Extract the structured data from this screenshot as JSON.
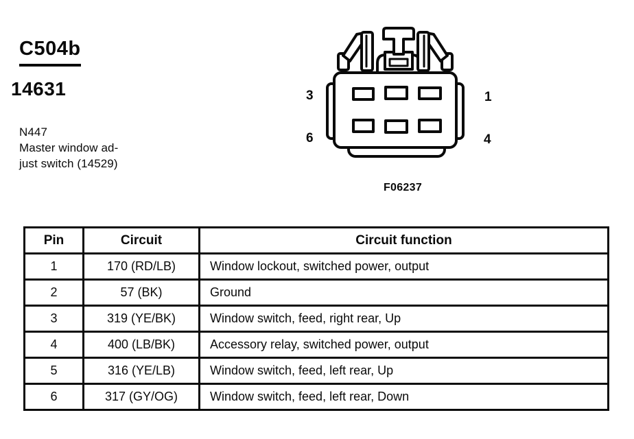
{
  "page": {
    "connector_id": "C504b",
    "part_number": "14631",
    "component": {
      "ref": "N447",
      "desc_line1": "Master window ad-",
      "desc_line2": "just switch (14529)"
    },
    "figure_number": "F06237"
  },
  "connector": {
    "description": "6-cavity connector face view, 2 rows of 3 terminals",
    "pin_labels": {
      "top_left": "3",
      "top_right": "1",
      "bottom_left": "6",
      "bottom_right": "4"
    }
  },
  "table": {
    "headers": [
      "Pin",
      "Circuit",
      "Circuit function"
    ],
    "rows": [
      [
        "1",
        "170 (RD/LB)",
        "Window lockout, switched power, output"
      ],
      [
        "2",
        "57 (BK)",
        "Ground"
      ],
      [
        "3",
        "319 (YE/BK)",
        "Window switch, feed, right rear, Up"
      ],
      [
        "4",
        "400 (LB/BK)",
        "Accessory relay, switched power, output"
      ],
      [
        "5",
        "316 (YE/LB)",
        "Window switch, feed, left rear, Up"
      ],
      [
        "6",
        "317 (GY/OG)",
        "Window switch, feed, left rear, Down"
      ]
    ]
  },
  "colors": {
    "ink": "#0a0a0a",
    "paper": "#ffffff"
  }
}
